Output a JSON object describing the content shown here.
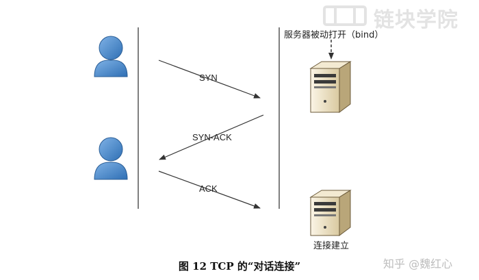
{
  "watermark": {
    "text": "链块学院",
    "icon": "blockchain-logo-icon"
  },
  "server_label": "服务器被动打开（bind）",
  "messages": {
    "syn": "SYN",
    "synack": "SYN-ACK",
    "ack": "ACK"
  },
  "connection_label": "连接建立",
  "caption": "图 12  TCP 的“对话连接”",
  "zhihu_watermark": "知乎 @魏红心",
  "icons": {
    "client": "user-icon",
    "server": "server-tower-icon"
  },
  "colors": {
    "user": "#3f7fc6",
    "server_body": "#efe3c4",
    "line": "#555555"
  }
}
